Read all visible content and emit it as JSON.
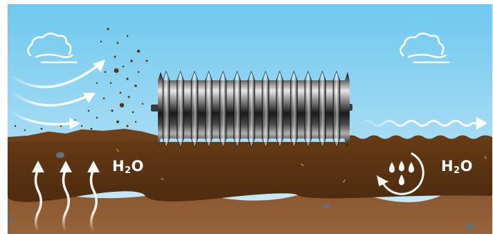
{
  "labels": {
    "h2o_left": {
      "pre": "H",
      "sub": "2",
      "post": "O"
    },
    "h2o_right": {
      "pre": "H",
      "sub": "2",
      "post": "O"
    }
  },
  "icons": [
    "cloud-icon",
    "cloud-icon",
    "wind-arrow-icon",
    "steam-arrow-icon",
    "water-drops-icon",
    "circular-arrow-icon",
    "wavy-arrow-icon"
  ],
  "colors": {
    "sky_top": "#6ec8ee",
    "sky_bottom": "#c9e9f7",
    "topsoil": "#5a3312",
    "subsoil": "#8c5a33",
    "arrow": "#ffffff",
    "roller": "#2a2a2a"
  }
}
